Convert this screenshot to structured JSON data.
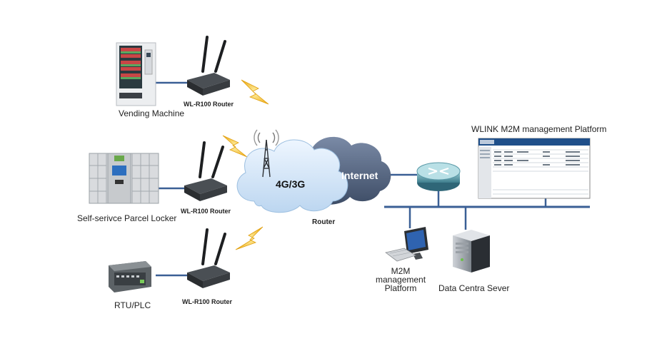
{
  "devices": {
    "vending": {
      "label": "Vending Machine"
    },
    "locker": {
      "label": "Self-serivce Parcel Locker"
    },
    "plc": {
      "label": "RTU/PLC"
    }
  },
  "routers": {
    "r1": {
      "label": "WL-R100 Router"
    },
    "r2": {
      "label": "WL-R100 Router"
    },
    "r3": {
      "label": "WL-R100 Router"
    }
  },
  "network": {
    "cellular": "4G/3G",
    "internet": "Internet",
    "router": "Router"
  },
  "platform": {
    "title": "WLINK M2M management Platform"
  },
  "servers": {
    "m2m": {
      "line1": "M2M",
      "line2": "management",
      "line3": "Platform"
    },
    "datacenter": {
      "label": "Data Centra Sever"
    }
  },
  "colors": {
    "link": "#3a5f95",
    "cloud": "#d7e8f8",
    "cloud_dark": "#5a6e8c",
    "lightning": "#f2b632"
  }
}
